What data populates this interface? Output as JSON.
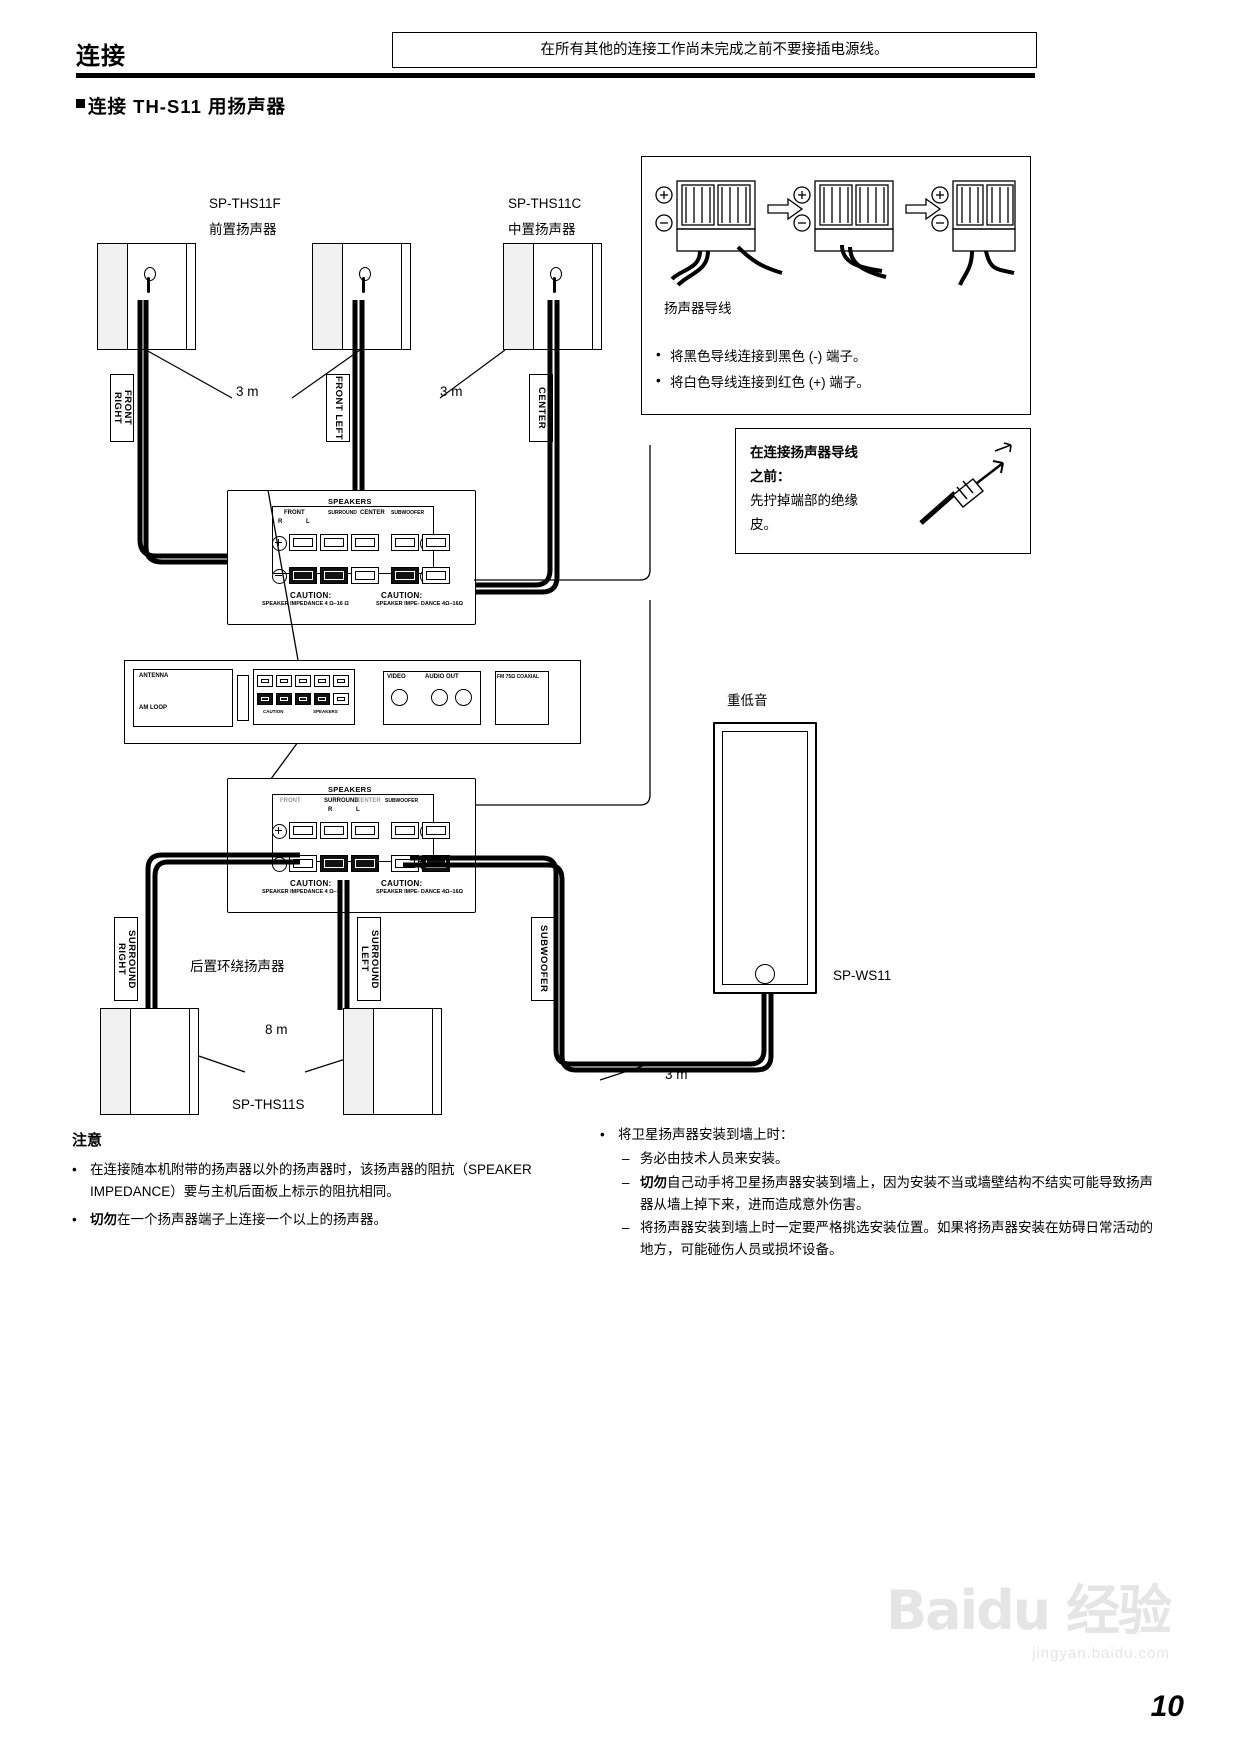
{
  "header": {
    "title": "连接",
    "warning": "在所有其他的连接工作尚未完成之前不要接插电源线。"
  },
  "section": {
    "title": "连接 TH-S11 用扬声器"
  },
  "labels": {
    "front_model": "SP-THS11F",
    "front_name": "前置扬声器",
    "center_model": "SP-THS11C",
    "center_name": "中置扬声器",
    "surround_name": "后置环绕扬声器",
    "surround_model": "SP-THS11S",
    "sub_name": "重低音",
    "sub_model": "SP-WS11",
    "len_front": "3 m",
    "len_center": "3 m",
    "len_surround": "8 m",
    "len_sub": "3 m",
    "tag_front_right": "FRONT RIGHT",
    "tag_front_left": "FRONT LEFT",
    "tag_center": "CENTER",
    "tag_surround_right": "SURROUND RIGHT",
    "tag_surround_left": "SURROUND LEFT",
    "tag_subwoofer": "SUBWOOFER"
  },
  "panel_top": {
    "title": "SPEAKERS",
    "g1": "FRONT",
    "g1_r": "R",
    "g1_l": "L",
    "g2": "SURROUND",
    "g3": "CENTER",
    "g4": "SUBWOOFER",
    "caution1_t": "CAUTION:",
    "caution1_b": "SPEAKER IMPEDANCE 4 Ω–16 Ω",
    "caution2_t": "CAUTION:",
    "caution2_b": "SPEAKER IMPE- DANCE 4Ω–16Ω"
  },
  "panel_bottom": {
    "title": "SPEAKERS",
    "g1": "FRONT",
    "g2": "SURROUND",
    "g2_r": "R",
    "g2_l": "L",
    "g3": "CENTER",
    "g4": "SUBWOOFER",
    "caution1_t": "CAUTION:",
    "caution1_b": "SPEAKER IMPEDANCE 4 Ω–16 Ω",
    "caution2_t": "CAUTION:",
    "caution2_b": "SPEAKER IMPE- DANCE 4Ω–16Ω"
  },
  "amp": {
    "l1": "ANTENNA",
    "l2": "AM LOOP",
    "l3": "FM 75Ω COAXIAL",
    "l4": "VIDEO",
    "l5": "AUDIO OUT",
    "l6": "SPEAKERS",
    "l7": "CAUTION"
  },
  "infobox_wire": {
    "caption": "扬声器导线",
    "note1": "将黑色导线连接到黑色 (-) 端子。",
    "note2": "将白色导线连接到红色 (+) 端子。"
  },
  "infobox_strip": {
    "title1": "在连接扬声器导线",
    "title2": "之前：",
    "body1": "先拧掉端部的绝缘",
    "body2": "皮。"
  },
  "notes": {
    "heading": "注意",
    "left": [
      "在连接随本机附带的扬声器以外的扬声器时，该扬声器的阻抗（SPEAKER IMPEDANCE）要与主机后面板上标示的阻抗相同。",
      "切勿在一个扬声器端子上连接一个以上的扬声器。"
    ],
    "left_bold_1": "切勿",
    "right_head": "将卫星扬声器安装到墙上时：",
    "right": [
      "务必由技术人员来安装。",
      "切勿自己动手将卫星扬声器安装到墙上，因为安装不当或墙壁结构不结实可能导致扬声器从墙上掉下来，进而造成意外伤害。",
      "将扬声器安装到墙上时一定要严格挑选安装位置。如果将扬声器安装在妨碍日常活动的地方，可能碰伤人员或损坏设备。"
    ],
    "right_bold_2": "切勿"
  },
  "footer": {
    "page": "10",
    "watermark_main": "Baidu 经验",
    "watermark_sub": "jingyan.baidu.com"
  }
}
